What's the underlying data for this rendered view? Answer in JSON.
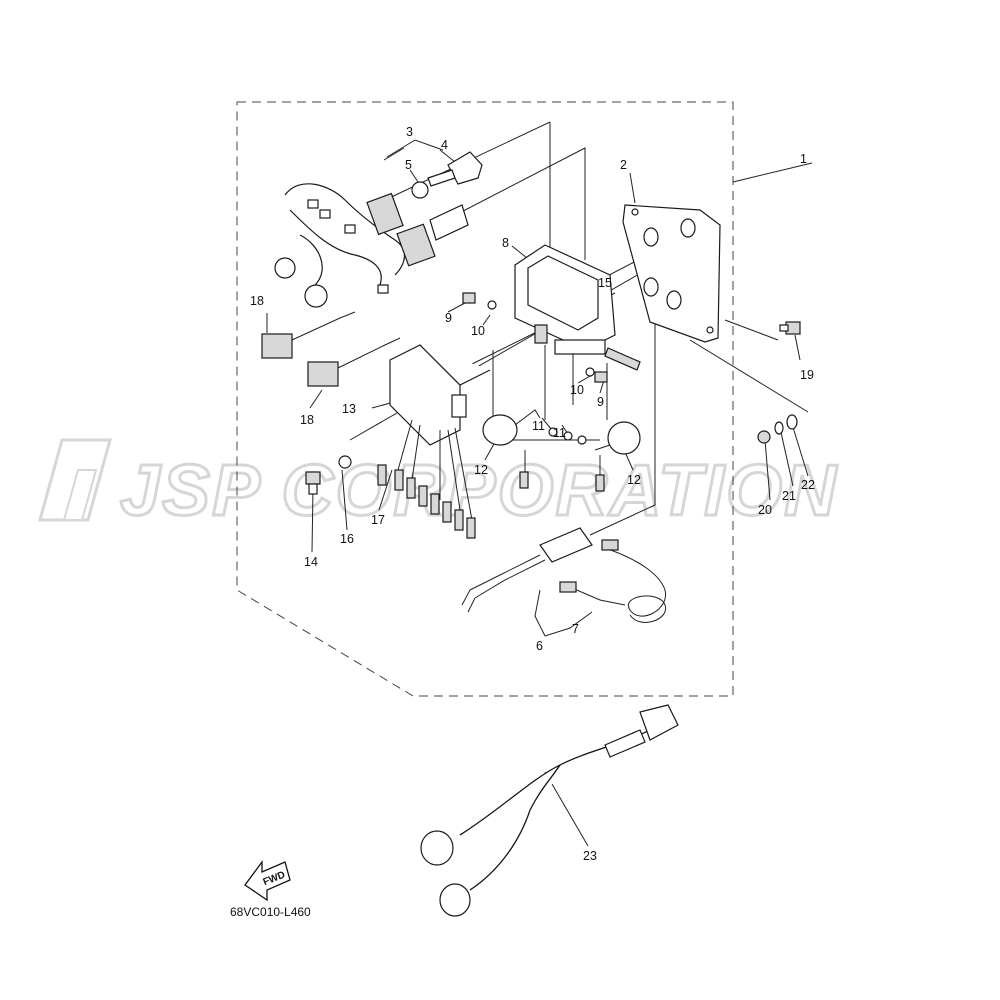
{
  "watermark": "JSP CORPORATION",
  "diagram_code": "68VC010-L460",
  "fwd_label": "FWD",
  "callouts": [
    {
      "id": "c1",
      "text": "1"
    },
    {
      "id": "c2",
      "text": "2"
    },
    {
      "id": "c3",
      "text": "3"
    },
    {
      "id": "c4",
      "text": "4"
    },
    {
      "id": "c5",
      "text": "5"
    },
    {
      "id": "c6",
      "text": "6"
    },
    {
      "id": "c7",
      "text": "7"
    },
    {
      "id": "c8",
      "text": "8"
    },
    {
      "id": "c9a",
      "text": "9"
    },
    {
      "id": "c9b",
      "text": "9"
    },
    {
      "id": "c10a",
      "text": "10"
    },
    {
      "id": "c10b",
      "text": "10"
    },
    {
      "id": "c11a",
      "text": "11"
    },
    {
      "id": "c11b",
      "text": "11"
    },
    {
      "id": "c12a",
      "text": "12"
    },
    {
      "id": "c12b",
      "text": "12"
    },
    {
      "id": "c13",
      "text": "13"
    },
    {
      "id": "c14",
      "text": "14"
    },
    {
      "id": "c15",
      "text": "15"
    },
    {
      "id": "c16",
      "text": "16"
    },
    {
      "id": "c17",
      "text": "17"
    },
    {
      "id": "c18a",
      "text": "18"
    },
    {
      "id": "c18b",
      "text": "18"
    },
    {
      "id": "c19",
      "text": "19"
    },
    {
      "id": "c20",
      "text": "20"
    },
    {
      "id": "c21",
      "text": "21"
    },
    {
      "id": "c22",
      "text": "22"
    },
    {
      "id": "c23",
      "text": "23"
    }
  ]
}
